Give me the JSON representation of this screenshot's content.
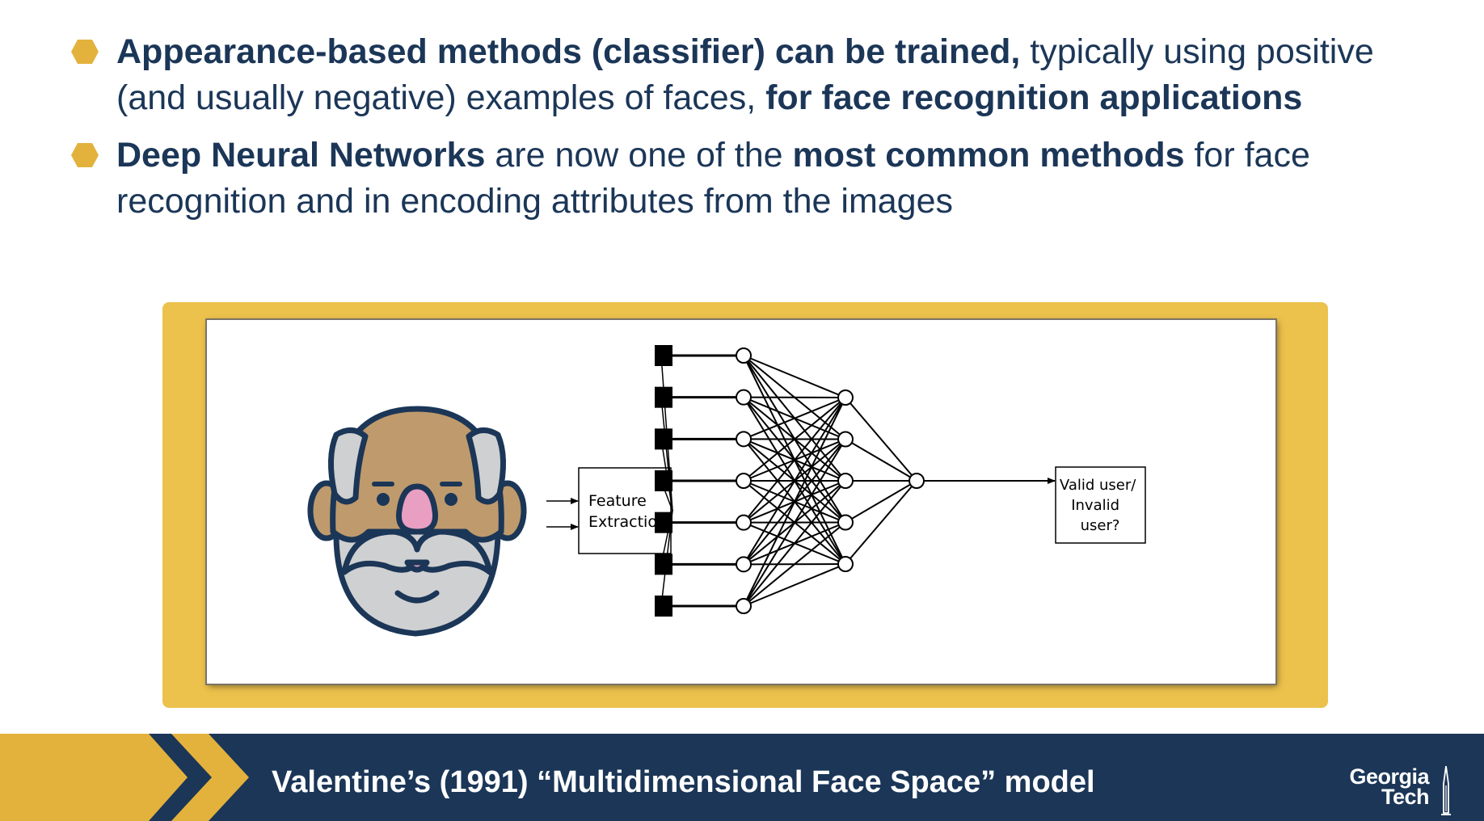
{
  "bullets": [
    {
      "parts": [
        {
          "text": "Appearance-based methods (classifier) can be trained,",
          "bold": true
        },
        {
          "text": " typically using positive (and usually negative) examples of faces, ",
          "bold": false
        },
        {
          "text": "for face recognition applications",
          "bold": true
        }
      ]
    },
    {
      "parts": [
        {
          "text": "Deep Neural Networks",
          "bold": true
        },
        {
          "text": " are now one of the ",
          "bold": false
        },
        {
          "text": "most common methods",
          "bold": true
        },
        {
          "text": " for face recognition and in encoding attributes from the images",
          "bold": false
        }
      ]
    }
  ],
  "diagram": {
    "feature_box": [
      "Feature",
      "Extraction"
    ],
    "output_box": [
      "Valid user/",
      "Invalid",
      "user?"
    ],
    "input_count": 7,
    "hidden1_count": 7,
    "hidden2_count": 5
  },
  "footer": {
    "title": "Valentine’s (1991) “Multidimensional Face Space” model",
    "logo_line1": "Georgia",
    "logo_line2": "Tech"
  },
  "colors": {
    "navy": "#1b3657",
    "gold": "#ecc14c",
    "bullet": "#e3b23c",
    "skin": "#bf9a6c",
    "beard": "#cfd0d1",
    "nose": "#e99fc2"
  }
}
